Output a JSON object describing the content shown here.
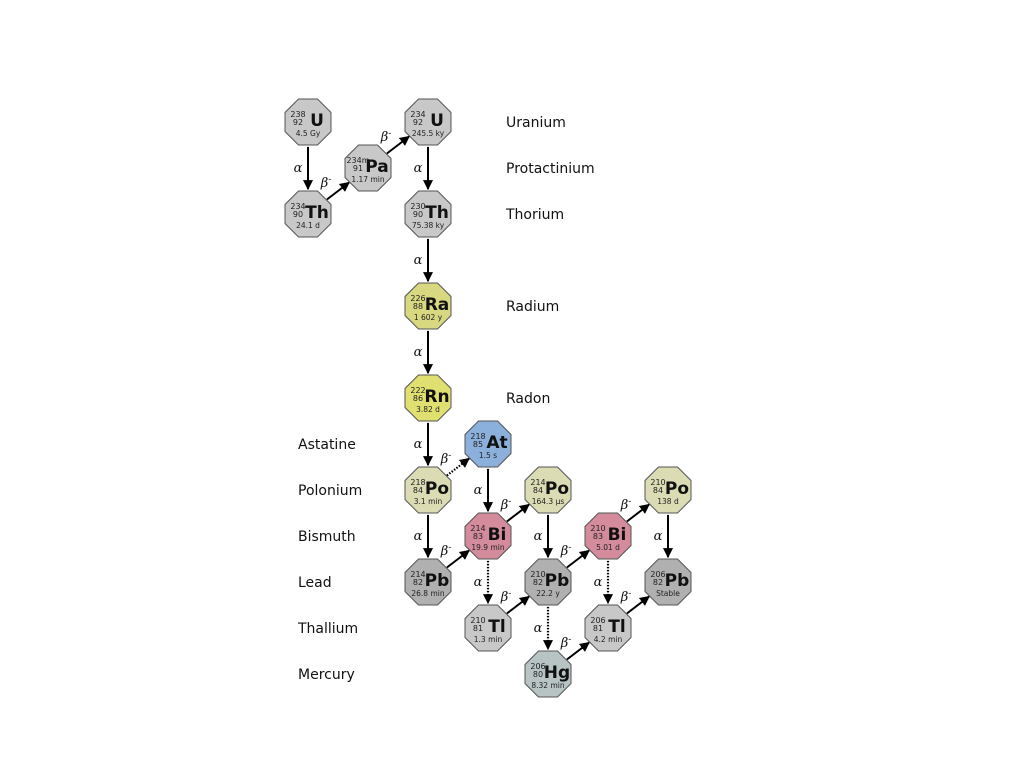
{
  "element_labels": [
    {
      "id": "uranium",
      "text": "Uranium"
    },
    {
      "id": "protactinium",
      "text": "Protactinium"
    },
    {
      "id": "thorium",
      "text": "Thorium"
    },
    {
      "id": "radium",
      "text": "Radium"
    },
    {
      "id": "radon",
      "text": "Radon"
    },
    {
      "id": "astatine",
      "text": "Astatine"
    },
    {
      "id": "polonium",
      "text": "Polonium"
    },
    {
      "id": "bismuth",
      "text": "Bismuth"
    },
    {
      "id": "lead",
      "text": "Lead"
    },
    {
      "id": "thallium",
      "text": "Thallium"
    },
    {
      "id": "mercury",
      "text": "Mercury"
    }
  ],
  "nuclides": [
    {
      "id": "u238",
      "mass": "238",
      "z": "92",
      "sym": "U",
      "hl": "4.5 Gy",
      "color": "#c8c8c8"
    },
    {
      "id": "th234",
      "mass": "234",
      "z": "90",
      "sym": "Th",
      "hl": "24.1 d",
      "color": "#c8c8c8"
    },
    {
      "id": "pa234m",
      "mass": "234m",
      "z": "91",
      "sym": "Pa",
      "hl": "1.17 min",
      "color": "#c8c8c8"
    },
    {
      "id": "u234",
      "mass": "234",
      "z": "92",
      "sym": "U",
      "hl": "245.5 ky",
      "color": "#c8c8c8"
    },
    {
      "id": "th230",
      "mass": "230",
      "z": "90",
      "sym": "Th",
      "hl": "75.38 ky",
      "color": "#c8c8c8"
    },
    {
      "id": "ra226",
      "mass": "226",
      "z": "88",
      "sym": "Ra",
      "hl": "1 602 y",
      "color": "#d8d880"
    },
    {
      "id": "rn222",
      "mass": "222",
      "z": "86",
      "sym": "Rn",
      "hl": "3.82 d",
      "color": "#e0e070"
    },
    {
      "id": "at218",
      "mass": "218",
      "z": "85",
      "sym": "At",
      "hl": "1.5 s",
      "color": "#8cb0dc"
    },
    {
      "id": "po218",
      "mass": "218",
      "z": "84",
      "sym": "Po",
      "hl": "3.1 min",
      "color": "#dcdcb4"
    },
    {
      "id": "po214",
      "mass": "214",
      "z": "84",
      "sym": "Po",
      "hl": "164.3 µs",
      "color": "#dcdcb4"
    },
    {
      "id": "po210",
      "mass": "210",
      "z": "84",
      "sym": "Po",
      "hl": "138 d",
      "color": "#dcdcb4"
    },
    {
      "id": "bi214",
      "mass": "214",
      "z": "83",
      "sym": "Bi",
      "hl": "19.9 min",
      "color": "#d48c9c"
    },
    {
      "id": "bi210",
      "mass": "210",
      "z": "83",
      "sym": "Bi",
      "hl": "5.01 d",
      "color": "#d48c9c"
    },
    {
      "id": "pb214",
      "mass": "214",
      "z": "82",
      "sym": "Pb",
      "hl": "26.8 min",
      "color": "#b0b0b0"
    },
    {
      "id": "pb210",
      "mass": "210",
      "z": "82",
      "sym": "Pb",
      "hl": "22.2 y",
      "color": "#b0b0b0"
    },
    {
      "id": "pb206",
      "mass": "206",
      "z": "82",
      "sym": "Pb",
      "hl": "Stable",
      "color": "#b0b0b0"
    },
    {
      "id": "tl210",
      "mass": "210",
      "z": "81",
      "sym": "Tl",
      "hl": "1.3 min",
      "color": "#c8c8c8"
    },
    {
      "id": "tl206",
      "mass": "206",
      "z": "81",
      "sym": "Tl",
      "hl": "4.2 min",
      "color": "#c8c8c8"
    },
    {
      "id": "hg206",
      "mass": "206",
      "z": "80",
      "sym": "Hg",
      "hl": "8.32 min",
      "color": "#b8c4c4"
    }
  ],
  "decays": [
    {
      "id": "d1",
      "from": "u238",
      "to": "th234",
      "mode": "α",
      "style": "solid"
    },
    {
      "id": "d2",
      "from": "th234",
      "to": "pa234m",
      "mode": "β-",
      "style": "solid"
    },
    {
      "id": "d3",
      "from": "pa234m",
      "to": "u234",
      "mode": "β-",
      "style": "solid"
    },
    {
      "id": "d4",
      "from": "u234",
      "to": "th230",
      "mode": "α",
      "style": "solid"
    },
    {
      "id": "d5",
      "from": "th230",
      "to": "ra226",
      "mode": "α",
      "style": "solid"
    },
    {
      "id": "d6",
      "from": "ra226",
      "to": "rn222",
      "mode": "α",
      "style": "solid"
    },
    {
      "id": "d7",
      "from": "rn222",
      "to": "po218",
      "mode": "α",
      "style": "solid"
    },
    {
      "id": "d8",
      "from": "po218",
      "to": "at218",
      "mode": "β-",
      "style": "dotted"
    },
    {
      "id": "d9",
      "from": "po218",
      "to": "pb214",
      "mode": "α",
      "style": "solid"
    },
    {
      "id": "d10",
      "from": "at218",
      "to": "bi214",
      "mode": "α",
      "style": "solid"
    },
    {
      "id": "d11",
      "from": "pb214",
      "to": "bi214",
      "mode": "β-",
      "style": "solid"
    },
    {
      "id": "d12",
      "from": "bi214",
      "to": "po214",
      "mode": "β-",
      "style": "solid"
    },
    {
      "id": "d13",
      "from": "bi214",
      "to": "tl210",
      "mode": "α",
      "style": "dotted"
    },
    {
      "id": "d14",
      "from": "po214",
      "to": "pb210",
      "mode": "α",
      "style": "solid"
    },
    {
      "id": "d15",
      "from": "tl210",
      "to": "pb210",
      "mode": "β-",
      "style": "solid"
    },
    {
      "id": "d16",
      "from": "pb210",
      "to": "bi210",
      "mode": "β-",
      "style": "solid"
    },
    {
      "id": "d17",
      "from": "pb210",
      "to": "hg206",
      "mode": "α",
      "style": "dotted"
    },
    {
      "id": "d18",
      "from": "bi210",
      "to": "po210",
      "mode": "β-",
      "style": "solid"
    },
    {
      "id": "d19",
      "from": "bi210",
      "to": "tl206",
      "mode": "α",
      "style": "dotted"
    },
    {
      "id": "d20",
      "from": "po210",
      "to": "pb206",
      "mode": "α",
      "style": "solid"
    },
    {
      "id": "d21",
      "from": "hg206",
      "to": "tl206",
      "mode": "β-",
      "style": "solid"
    },
    {
      "id": "d22",
      "from": "tl206",
      "to": "pb206",
      "mode": "β-",
      "style": "solid"
    }
  ]
}
